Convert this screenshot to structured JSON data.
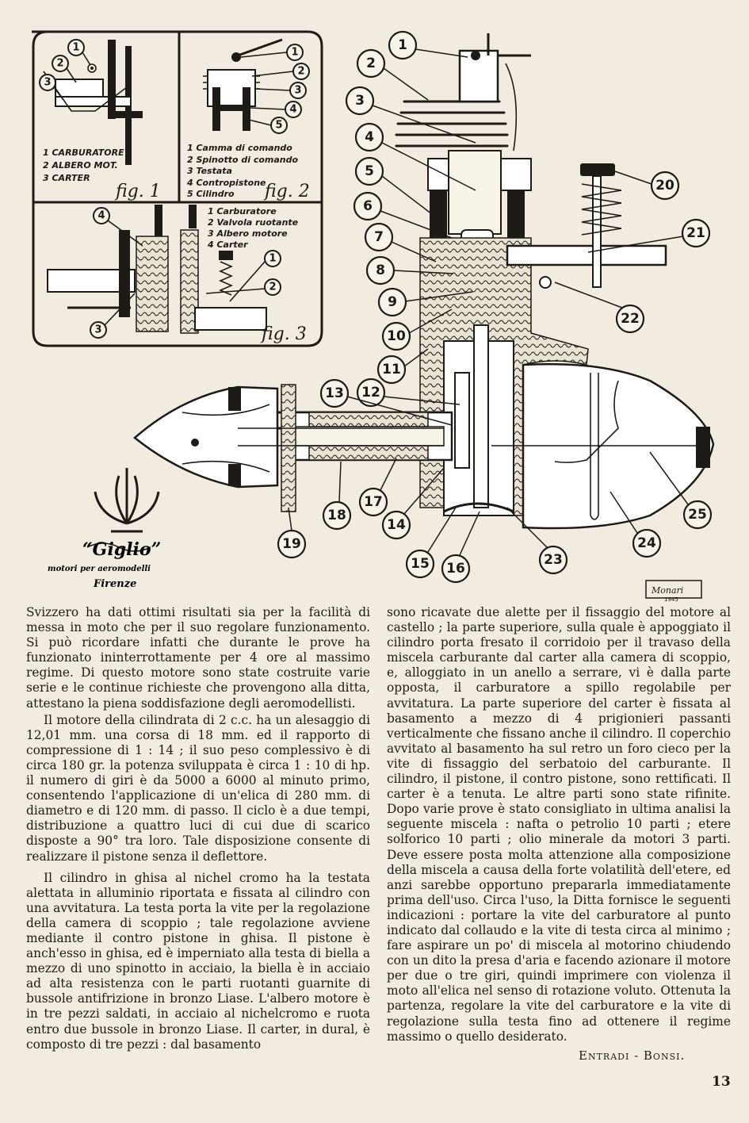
{
  "figures": {
    "fig1": {
      "label": "fig. 1",
      "legend": [
        "1 CARBURATORE",
        "2 ALBERO MOT.",
        "3 CARTER"
      ],
      "callouts": [
        "1",
        "2",
        "3"
      ]
    },
    "fig2": {
      "label": "fig. 2",
      "legend": [
        "1 Camma di comando",
        "2 Spinotto di comando",
        "3 Testata",
        "4 Contropistone",
        "5 Cilindro"
      ],
      "callouts": [
        "1",
        "2",
        "3",
        "4",
        "5"
      ]
    },
    "fig3": {
      "label": "fig. 3",
      "legend": [
        "1 Carburatore",
        "2 Valvola ruotante",
        "3 Albero motore",
        "4 Carter"
      ],
      "callouts": [
        "1",
        "2",
        "3",
        "4"
      ]
    },
    "main_callouts": [
      "1",
      "2",
      "3",
      "4",
      "5",
      "6",
      "7",
      "8",
      "9",
      "10",
      "11",
      "12",
      "13",
      "14",
      "15",
      "16",
      "17",
      "18",
      "19",
      "20",
      "21",
      "22",
      "23",
      "24",
      "25"
    ],
    "logo": {
      "name": "Giglio",
      "line1": "motori per aeromodelli",
      "city": "Firenze"
    },
    "signature": "Monari",
    "signature_year": "1945"
  },
  "article": {
    "left_paragraphs": [
      "Svizzero ha dati ottimi risultati sia per la facilità di messa in moto che per il suo regolare funzionamento. Si può ricordare infatti che durante le prove ha funzionato ininterrottamente per 4 ore al massimo regime. Di questo motore sono state costruite varie serie e le continue richieste che provengono alla ditta, attestano la piena soddisfazione degli aeromodellisti.",
      "Il motore della cilindrata di 2 c.c. ha un alesaggio di 12,01 mm. una corsa di 18 mm. ed il rapporto di compressione di 1 : 14 ; il suo peso complessivo è di circa 180 gr. la potenza sviluppata è circa 1 : 10 di hp. il numero di giri è da 5000 a 6000 al minuto primo, consentendo l'applicazione di un'elica di 280 mm. di diametro e di 120 mm. di passo. Il ciclo è a due tempi, distribuzione a quattro luci di cui due di scarico disposte a 90° tra loro. Tale disposizione consente di realizzare il pistone senza il deflettore.",
      "Il cilindro in ghisa al nichel cromo ha la testata alettata in alluminio riportata e fissata al cilindro con una avvitatura. La testa porta la vite per la regolazione della camera di scoppio ; tale regolazione avviene mediante il contro pistone in ghisa. Il pistone è anch'esso in ghisa, ed è imperniato alla testa di biella a mezzo di uno spinotto in acciaio, la biella è in acciaio ad alta resistenza con le parti ruotanti guarnite di bussole antifrizione in bronzo Liase. L'albero motore è in tre pezzi saldati, in acciaio al nichelcromo e ruota entro due bussole in bronzo Liase. Il carter, in dural, è composto di tre pezzi : dal basamento"
    ],
    "right_paragraphs": [
      "sono ricavate due alette per il fissaggio del motore al castello ; la parte superiore, sulla quale è appoggiato il cilindro porta fresato il corridoio per il travaso della miscela carburante dal carter alla camera di scoppio, e, alloggiato in un anello a serrare, vi è dalla parte opposta, il carburatore a spillo regolabile per avvitatura. La parte superiore del carter è fissata al basamento a mezzo di 4 prigionieri passanti verticalmente che fissano anche il cilindro. Il coperchio avvitato al basamento ha sul retro un foro cieco per la vite di fissaggio del serbatoio del carburante. Il cilindro, il pistone, il contro pistone, sono rettificati. Il carter è a tenuta. Le altre parti sono state rifinite. Dopo varie prove è stato consigliato in ultima analisi la seguente miscela : nafta o petrolio 10 parti ; etere solforico 10 parti ; olio minerale da motori 3 parti. Deve essere posta molta attenzione alla composizione della miscela a causa della forte volatilità dell'etere, ed anzi sarebbe opportuno prepararla immediatamente prima dell'uso. Circa l'uso, la Ditta fornisce le seguenti indicazioni : portare la vite del carburatore al punto indicato dal collaudo e la vite di testa circa al minimo ; fare aspirare un po' di miscela al motorino chiudendo con un dito la presa d'aria e facendo azionare il motore per due o tre giri, quindi imprimere con violenza il moto all'elica nel senso di rotazione voluto. Ottenuta la partenza, regolare la vite del carburatore e la vite di regolazione sulla testa fino ad ottenere il regime massimo o quello desiderato."
    ],
    "authors": "Entradi - Bonsi.",
    "page_number": "13"
  }
}
